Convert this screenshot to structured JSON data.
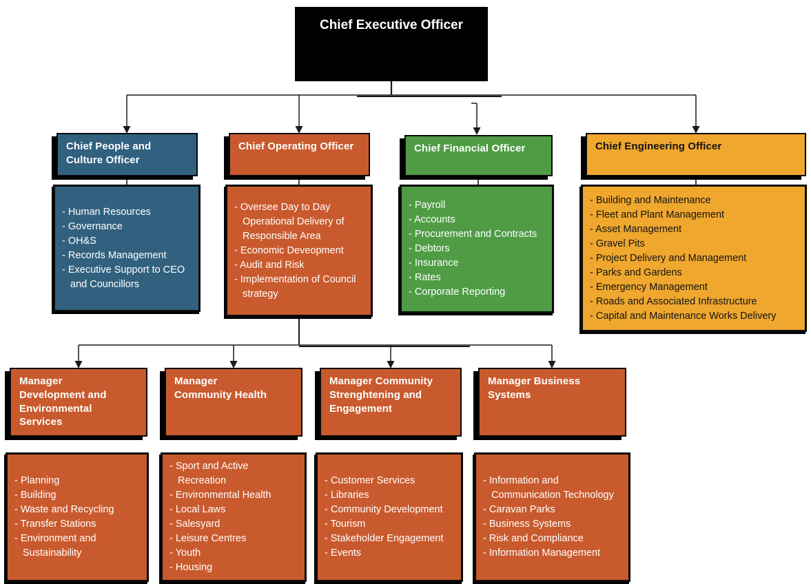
{
  "diagram": {
    "type": "org-chart",
    "line_color": "#1a1a1a",
    "root": {
      "title": "Chief Executive Officer",
      "bg": "#000000",
      "fg": "#ffffff"
    },
    "officers": [
      {
        "title": "Chief People and Culture Officer",
        "bg": "#31617F",
        "fg": "#ffffff",
        "items": [
          "Human Resources",
          "Governance",
          "OH&S",
          "Records Management",
          "Executive Support to CEO and Councillors"
        ]
      },
      {
        "title": "Chief Operating Officer",
        "bg": "#C95A2D",
        "fg": "#ffffff",
        "items": [
          "Oversee Day to Day Operational Delivery of Responsible Area",
          "Economic Deveopment",
          "Audit and Risk",
          "Implementation of Council strategy"
        ]
      },
      {
        "title": "Chief Financial Officer",
        "bg": "#4F9C45",
        "fg": "#ffffff",
        "items": [
          "Payroll",
          "Accounts",
          "Procurement and Contracts",
          "Debtors",
          "Insurance",
          "Rates",
          "Corporate Reporting"
        ]
      },
      {
        "title": "Chief Engineering Officer",
        "bg": "#EFA72E",
        "fg": "#141414",
        "items": [
          "Building and Maintenance",
          "Fleet and Plant Management",
          "Asset Management",
          "Gravel Pits",
          "Project Delivery and Management",
          "Parks and Gardens",
          "Emergency Management",
          "Roads and Associated Infrastructure",
          "Capital and Maintenance Works Delivery"
        ]
      }
    ],
    "managers": [
      {
        "title": "Manager Development and Environmental Services",
        "bg": "#C95A2D",
        "fg": "#ffffff",
        "items": [
          "Planning",
          "Building",
          "Waste and Recycling",
          "Transfer Stations",
          "Environment and Sustainability"
        ]
      },
      {
        "title": "Manager Community Health",
        "bg": "#C95A2D",
        "fg": "#ffffff",
        "items": [
          "Sport and Active Recreation",
          "Environmental Health",
          "Local Laws",
          "Salesyard",
          "Leisure Centres",
          "Youth",
          "Housing"
        ]
      },
      {
        "title": "Manager Community Strenghtening and Engagement",
        "bg": "#C95A2D",
        "fg": "#ffffff",
        "items": [
          "Customer Services",
          "Libraries",
          "Community Development",
          "Tourism",
          "Stakeholder Engagement",
          "Events"
        ]
      },
      {
        "title": "Manager Business Systems",
        "bg": "#C95A2D",
        "fg": "#ffffff",
        "items": [
          "Information and Communication Technology",
          "Caravan Parks",
          "Business Systems",
          "Risk and Compliance",
          "Information Management"
        ]
      }
    ]
  }
}
